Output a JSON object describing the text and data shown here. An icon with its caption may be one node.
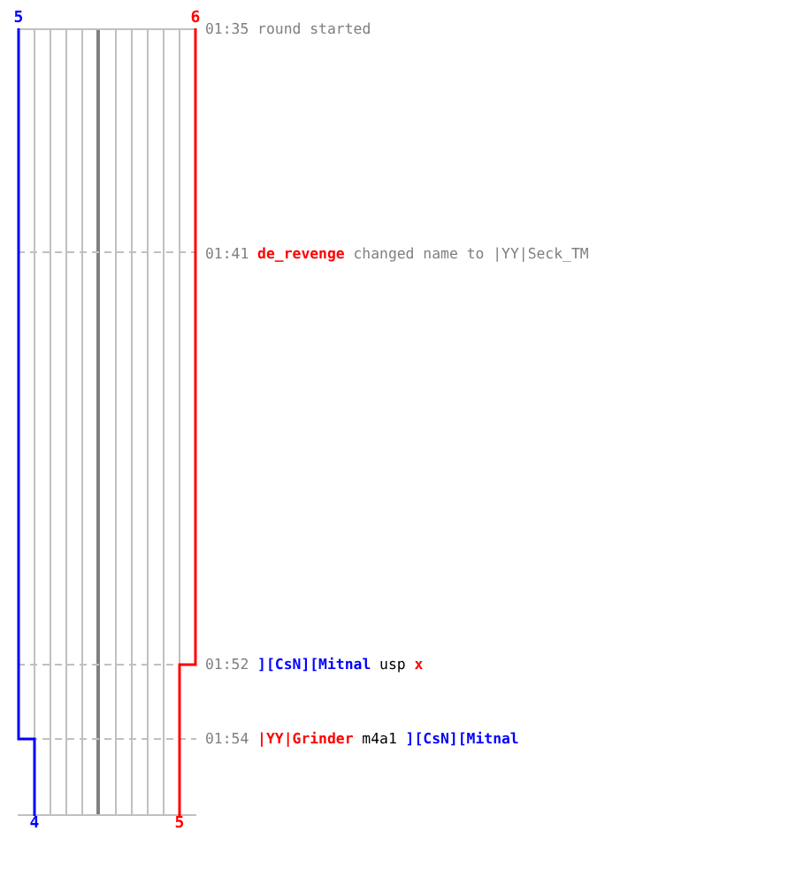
{
  "diagram": {
    "labels": [
      "5",
      "6",
      "01:35",
      "round started",
      "01:41",
      "de_revenge",
      "changed name to |YY|Seck_TM",
      "01:52",
      "][CsN][Mitnal",
      "usp",
      "x",
      "01:54",
      "|YY|Grinder",
      "m4a1",
      "][CsN][Mitnal",
      "4",
      "5"
    ]
  }
}
